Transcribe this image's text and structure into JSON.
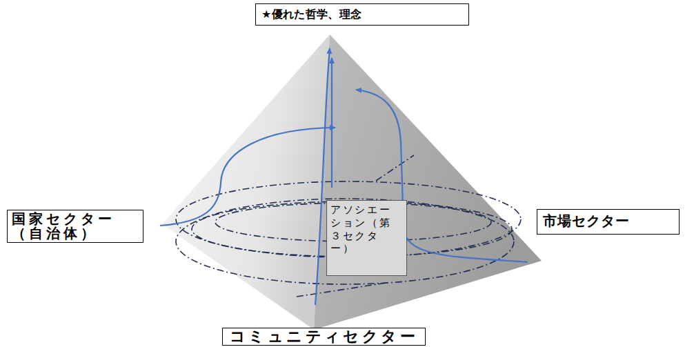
{
  "diagram": {
    "nodes": [
      {
        "text": [
          "★優れた哲学、理念"
        ]
      },
      {
        "text": [
          "国家セクター （自治体）"
        ]
      },
      {
        "text": [
          "アソシエーション（第３セクター）"
        ]
      },
      {
        "text": [
          "市場セクター"
        ]
      },
      {
        "text": [
          "コミュニティセクター"
        ]
      }
    ]
  }
}
